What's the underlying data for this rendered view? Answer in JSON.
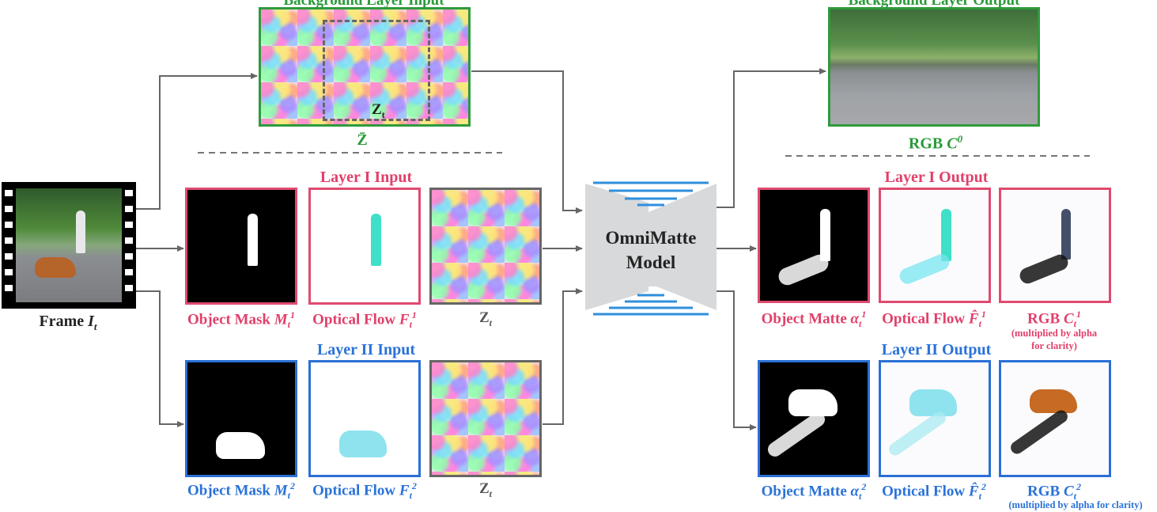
{
  "background_input": {
    "title": "Background Layer Input",
    "crop_label": "Z",
    "crop_subscript": "t",
    "caption": "Z̄"
  },
  "background_output": {
    "title": "Background Layer Output",
    "caption": "RGB ",
    "caption_var": "C",
    "caption_sup": "0"
  },
  "frame": {
    "label": "Frame ",
    "var": "I",
    "sub": "t"
  },
  "model": {
    "line1": "OmniMatte",
    "line2": "Model"
  },
  "layer1_input": {
    "title": "Layer I Input",
    "mask": {
      "label": "Object Mask ",
      "var": "M",
      "sub": "t",
      "sup": "1"
    },
    "flow": {
      "label": "Optical Flow ",
      "var": "F",
      "sub": "t",
      "sup": "1"
    },
    "noise": {
      "var": "Z",
      "sub": "t"
    }
  },
  "layer2_input": {
    "title": "Layer II Input",
    "mask": {
      "label": "Object Mask ",
      "var": "M",
      "sub": "t",
      "sup": "2"
    },
    "flow": {
      "label": "Optical Flow ",
      "var": "F",
      "sub": "t",
      "sup": "2"
    },
    "noise": {
      "var": "Z",
      "sub": "t"
    }
  },
  "layer1_output": {
    "title": "Layer I Output",
    "matte": {
      "label": "Object Matte ",
      "var": "α",
      "sub": "t",
      "sup": "1"
    },
    "flow": {
      "label": "Optical Flow ",
      "var": "F̂",
      "sub": "t",
      "sup": "1"
    },
    "rgb": {
      "label": "RGB ",
      "var": "C",
      "sub": "t",
      "sup": "1",
      "note1": "(multiplied by alpha",
      "note2": "for clarity)"
    }
  },
  "layer2_output": {
    "title": "Layer II Output",
    "matte": {
      "label": "Object Matte ",
      "var": "α",
      "sub": "t",
      "sup": "2"
    },
    "flow": {
      "label": "Optical Flow ",
      "var": "F̂",
      "sub": "t",
      "sup": "2"
    },
    "rgb": {
      "label": "RGB ",
      "var": "C",
      "sub": "t",
      "sup": "2",
      "note": "(multiplied by alpha for clarity)"
    }
  },
  "colors": {
    "layer1": "#e0406a",
    "layer2": "#2a72d8",
    "background": "#2a9a3a",
    "model": "#d8d9db",
    "model_bars": "#2f8fdc"
  }
}
